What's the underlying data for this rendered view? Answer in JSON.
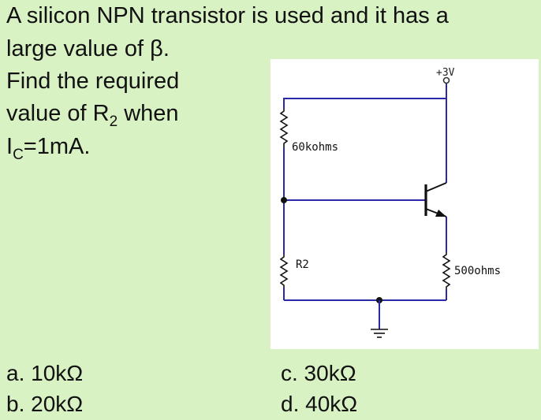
{
  "question": {
    "line1": "A silicon NPN transistor is used and it has a",
    "line2": "large value of β.",
    "line3": "Find the required",
    "line4_main": "value of R",
    "line4_sub": "2",
    "line4_tail": " when",
    "line5_main": "I",
    "line5_sub": "C",
    "line5_tail": "=1mA."
  },
  "circuit": {
    "supply_label": "+3V",
    "r1_label": "60kohms",
    "r2_label": "R2",
    "re_label": "500ohms",
    "wire_color": "#2a2aa8"
  },
  "answers": {
    "a": "a. 10kΩ",
    "b": "b. 20kΩ",
    "c": "c. 30kΩ",
    "d": "d. 40kΩ"
  }
}
